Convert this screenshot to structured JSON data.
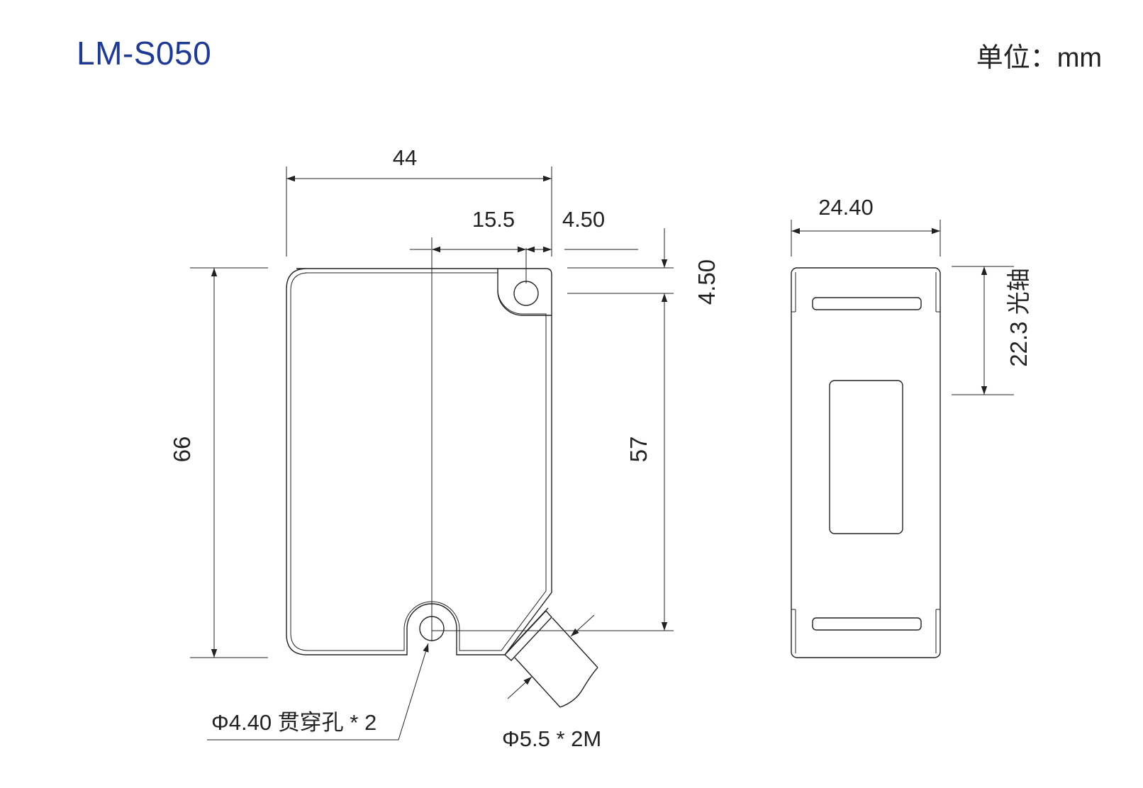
{
  "header": {
    "model": "LM-S050",
    "unit": "单位：mm"
  },
  "dimensions": {
    "width_total": "44",
    "hole_offset_x": "15.5",
    "hole_edge_x": "4.50",
    "height_total": "66",
    "hole_spacing_y": "57",
    "hole_edge_y": "4.50",
    "side_width": "24.40",
    "optical_axis": "22.3 光轴"
  },
  "callouts": {
    "through_hole": "Φ4.40 贯穿孔 * 2",
    "cable": "Φ5.5 * 2M"
  }
}
